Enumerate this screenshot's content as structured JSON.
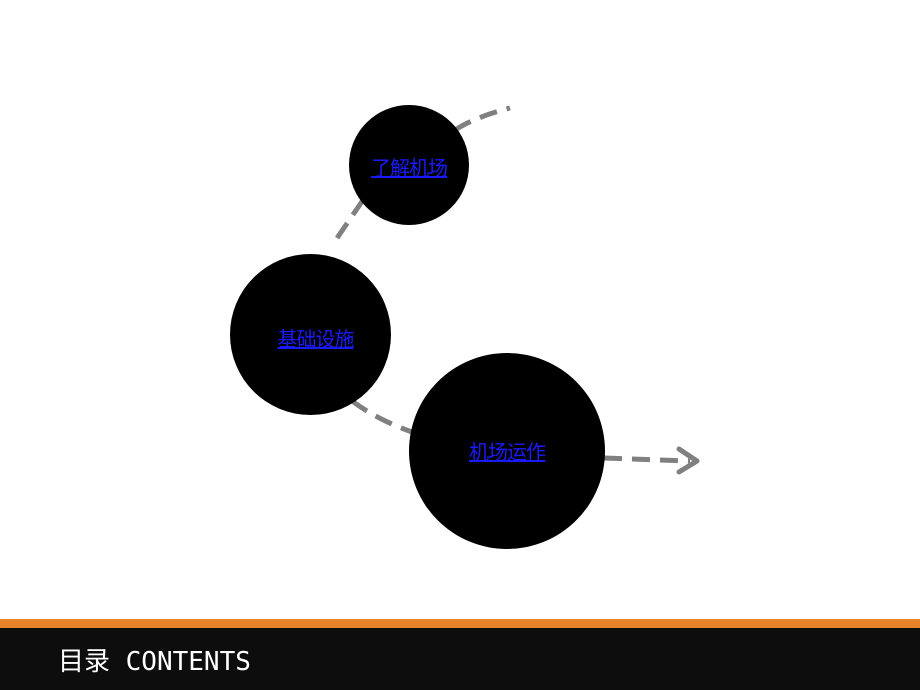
{
  "menu": {
    "items": [
      {
        "label": "了解机场"
      },
      {
        "label": "基础设施"
      },
      {
        "label": "机场运作"
      }
    ]
  },
  "footer": {
    "title": "目录 CONTENTS"
  },
  "colors": {
    "circle_fill": "#000000",
    "link": "#1a1aff",
    "path_dash": "#808080",
    "accent_orange": "#e8832a",
    "footer_bg": "#0d0d0d",
    "footer_text": "#ffffff"
  }
}
